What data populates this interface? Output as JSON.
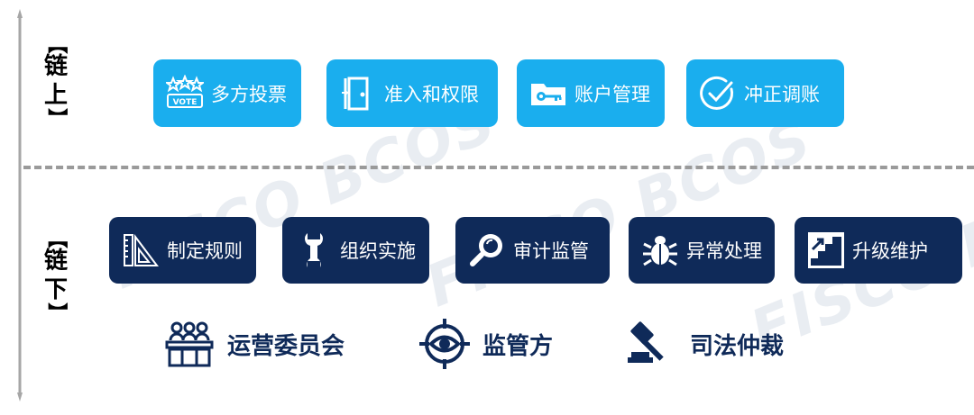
{
  "labels": {
    "on_chain": {
      "open": "【",
      "line1": "链",
      "line2": "上",
      "close": "】"
    },
    "off_chain": {
      "open": "【",
      "line1": "链",
      "line2": "下",
      "close": "】"
    }
  },
  "watermark": {
    "text": "FISCO BCOS"
  },
  "on_chain_items": [
    {
      "label": "多方投票",
      "icon": "vote-icon"
    },
    {
      "label": "准入和权限",
      "icon": "door-icon"
    },
    {
      "label": "账户管理",
      "icon": "key-folder-icon"
    },
    {
      "label": "冲正调账",
      "icon": "check-circle-icon"
    }
  ],
  "off_chain_items": [
    {
      "label": "制定规则",
      "icon": "ruler-icon"
    },
    {
      "label": "组织实施",
      "icon": "wrench-icon"
    },
    {
      "label": "审计监管",
      "icon": "magnifier-icon"
    },
    {
      "label": "异常处理",
      "icon": "bug-icon"
    },
    {
      "label": "升级维护",
      "icon": "stairs-icon"
    }
  ],
  "parties": [
    {
      "label": "运营委员会",
      "icon": "committee-icon"
    },
    {
      "label": "监管方",
      "icon": "target-eye-icon"
    },
    {
      "label": "司法仲裁",
      "icon": "gavel-icon"
    }
  ],
  "colors": {
    "on_chain_bg": "#1aaeee",
    "off_chain_bg": "#0f2a59",
    "divider": "#9a9a9a",
    "axis": "#a6a6a6"
  }
}
